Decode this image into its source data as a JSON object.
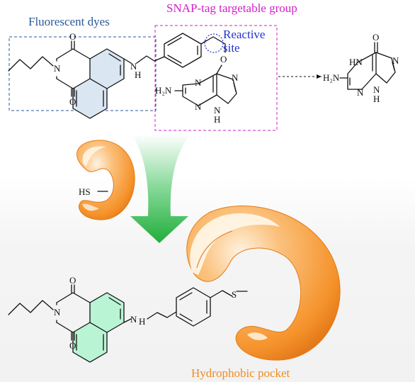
{
  "labels": {
    "fluorescent_dyes": "Fluorescent dyes",
    "snap_tag_group": "SNAP-tag targetable group",
    "reactive_line1": "Reactive",
    "reactive_line2": "site",
    "hydrophobic_pocket": "Hydrophobic pocket"
  },
  "atoms": {
    "O": "O",
    "N": "N",
    "H": "H",
    "NH": "NH",
    "HS": "HS",
    "S": "S",
    "H2N": "H₂N",
    "HN": "HN"
  },
  "colors": {
    "blue_box": "#2a5a9a",
    "blue_fill": "#dbe6f3",
    "pink_box": "#d21fc8",
    "reactive_circle": "#2233cc",
    "green_fill": "#b9f5d5",
    "arrow_green": "#1fae3a",
    "protein_orange": "#f5922a",
    "orange_text": "#f08c1e"
  }
}
